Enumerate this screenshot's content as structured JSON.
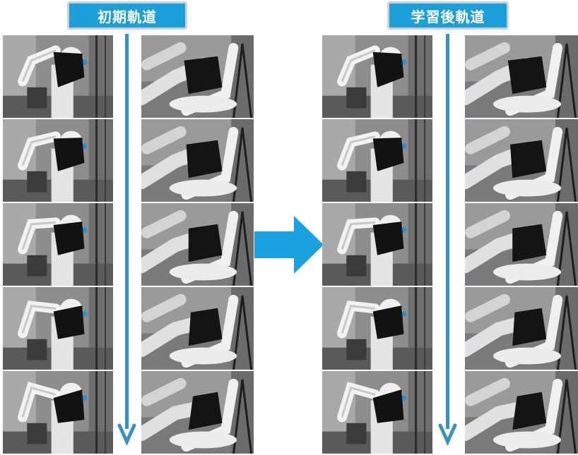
{
  "panels": {
    "initial": {
      "label": "初期軌道"
    },
    "learned": {
      "label": "学習後軌道"
    }
  },
  "colors": {
    "label_bg": "#1c9fd8",
    "arrow": "#3891c4",
    "big_arrow": "#1ba1e2",
    "label_text": "#ffffff"
  },
  "frames_per_column": 5,
  "icons": {
    "down_arrow": "down-arrow-icon",
    "transition_arrow": "right-arrow-icon"
  }
}
